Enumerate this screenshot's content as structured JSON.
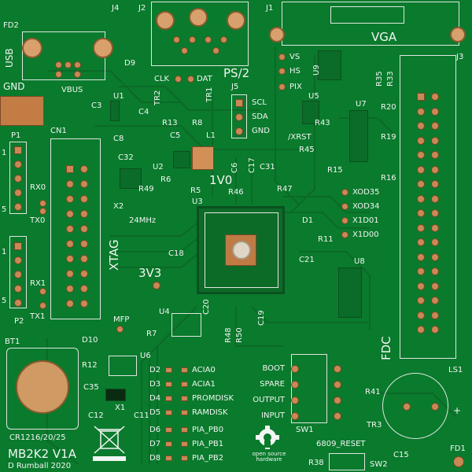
{
  "board": {
    "title": "MB2K2 V1A",
    "author": "D Rumball 2020",
    "oshw_label": "open source hardware",
    "battery_label": "CR1216/20/25"
  },
  "connectors": {
    "usb": "USB",
    "fd2": "FD2",
    "j4": "J4",
    "j2": "J2",
    "j1": "J1",
    "vga": "VGA",
    "ps2": "PS/2",
    "j3": "J3",
    "j5": "J5",
    "p1": "P1",
    "p2": "P2",
    "cn1": "CN1",
    "xtag": "XTAG",
    "fdc": "FDC",
    "bt1": "BT1",
    "ls1": "LS1",
    "sw1": "SW1",
    "sw2": "SW2"
  },
  "nets": {
    "gnd": "GND",
    "vbus": "VBUS",
    "clk": "CLK",
    "dat": "DAT",
    "vs": "VS",
    "hs": "HS",
    "pix": "PIX",
    "scl": "SCL",
    "sda": "SDA",
    "gnd2": "GND",
    "xrst": "/XRST",
    "v1v0": "1V0",
    "v3v3": "3V3",
    "xod35": "XOD35",
    "xod34": "XOD34",
    "x1d01": "X1D01",
    "x1d00": "X1D00",
    "rx0": "RX0",
    "tx0": "TX0",
    "rx1": "RX1",
    "tx1": "TX1",
    "mfp": "MFP",
    "osc": "24MHz",
    "reset": "6809_RESET",
    "plus": "+",
    "five_a": "5",
    "one_a": "1",
    "five_b": "5",
    "one_b": "1"
  },
  "refdes": {
    "d9": "D9",
    "u1": "U1",
    "c3": "C3",
    "c4": "C4",
    "c8": "C8",
    "tr2": "TR2",
    "tr1": "TR1",
    "r13": "R13",
    "r8": "R8",
    "c5": "C5",
    "l1": "L1",
    "u2": "U2",
    "r6": "R6",
    "r5": "R5",
    "c6": "C6",
    "c17": "C17",
    "c31": "C31",
    "r46": "R46",
    "r47": "R47",
    "c32": "C32",
    "r49": "R49",
    "x2": "X2",
    "u3": "U3",
    "c18": "C18",
    "c21": "C21",
    "d1": "D1",
    "r11": "R11",
    "u9": "U9",
    "r35": "R35",
    "r33": "R33",
    "u5": "U5",
    "r43": "R43",
    "r45": "R45",
    "u7": "U7",
    "r20": "R20",
    "r19": "R19",
    "r15": "R15",
    "r16": "R16",
    "u8": "U8",
    "u4": "U4",
    "r7": "R7",
    "c20": "C20",
    "c19": "C19",
    "r48": "R48",
    "r50": "R50",
    "d10": "D10",
    "r12": "R12",
    "u6": "U6",
    "c35": "C35",
    "x1": "X1",
    "c12": "C12",
    "c11": "C11",
    "r41": "R41",
    "tr3": "TR3",
    "r38": "R38",
    "c15": "C15",
    "fd1": "FD1"
  },
  "leds": [
    {
      "ref": "D2",
      "label": "ACIA0"
    },
    {
      "ref": "D3",
      "label": "ACIA1"
    },
    {
      "ref": "D4",
      "label": "PROMDISK"
    },
    {
      "ref": "D5",
      "label": "RAMDISK"
    },
    {
      "ref": "D6",
      "label": "PIA_PB0"
    },
    {
      "ref": "D7",
      "label": "PIA_PB1"
    },
    {
      "ref": "D8",
      "label": "PIA_PB2"
    }
  ],
  "switches": [
    "BOOT",
    "SPARE",
    "OUTPUT",
    "INPUT"
  ],
  "colors": {
    "board": "#0a7a2d",
    "copper": "#c98855",
    "silk": "#f2f6f2"
  }
}
